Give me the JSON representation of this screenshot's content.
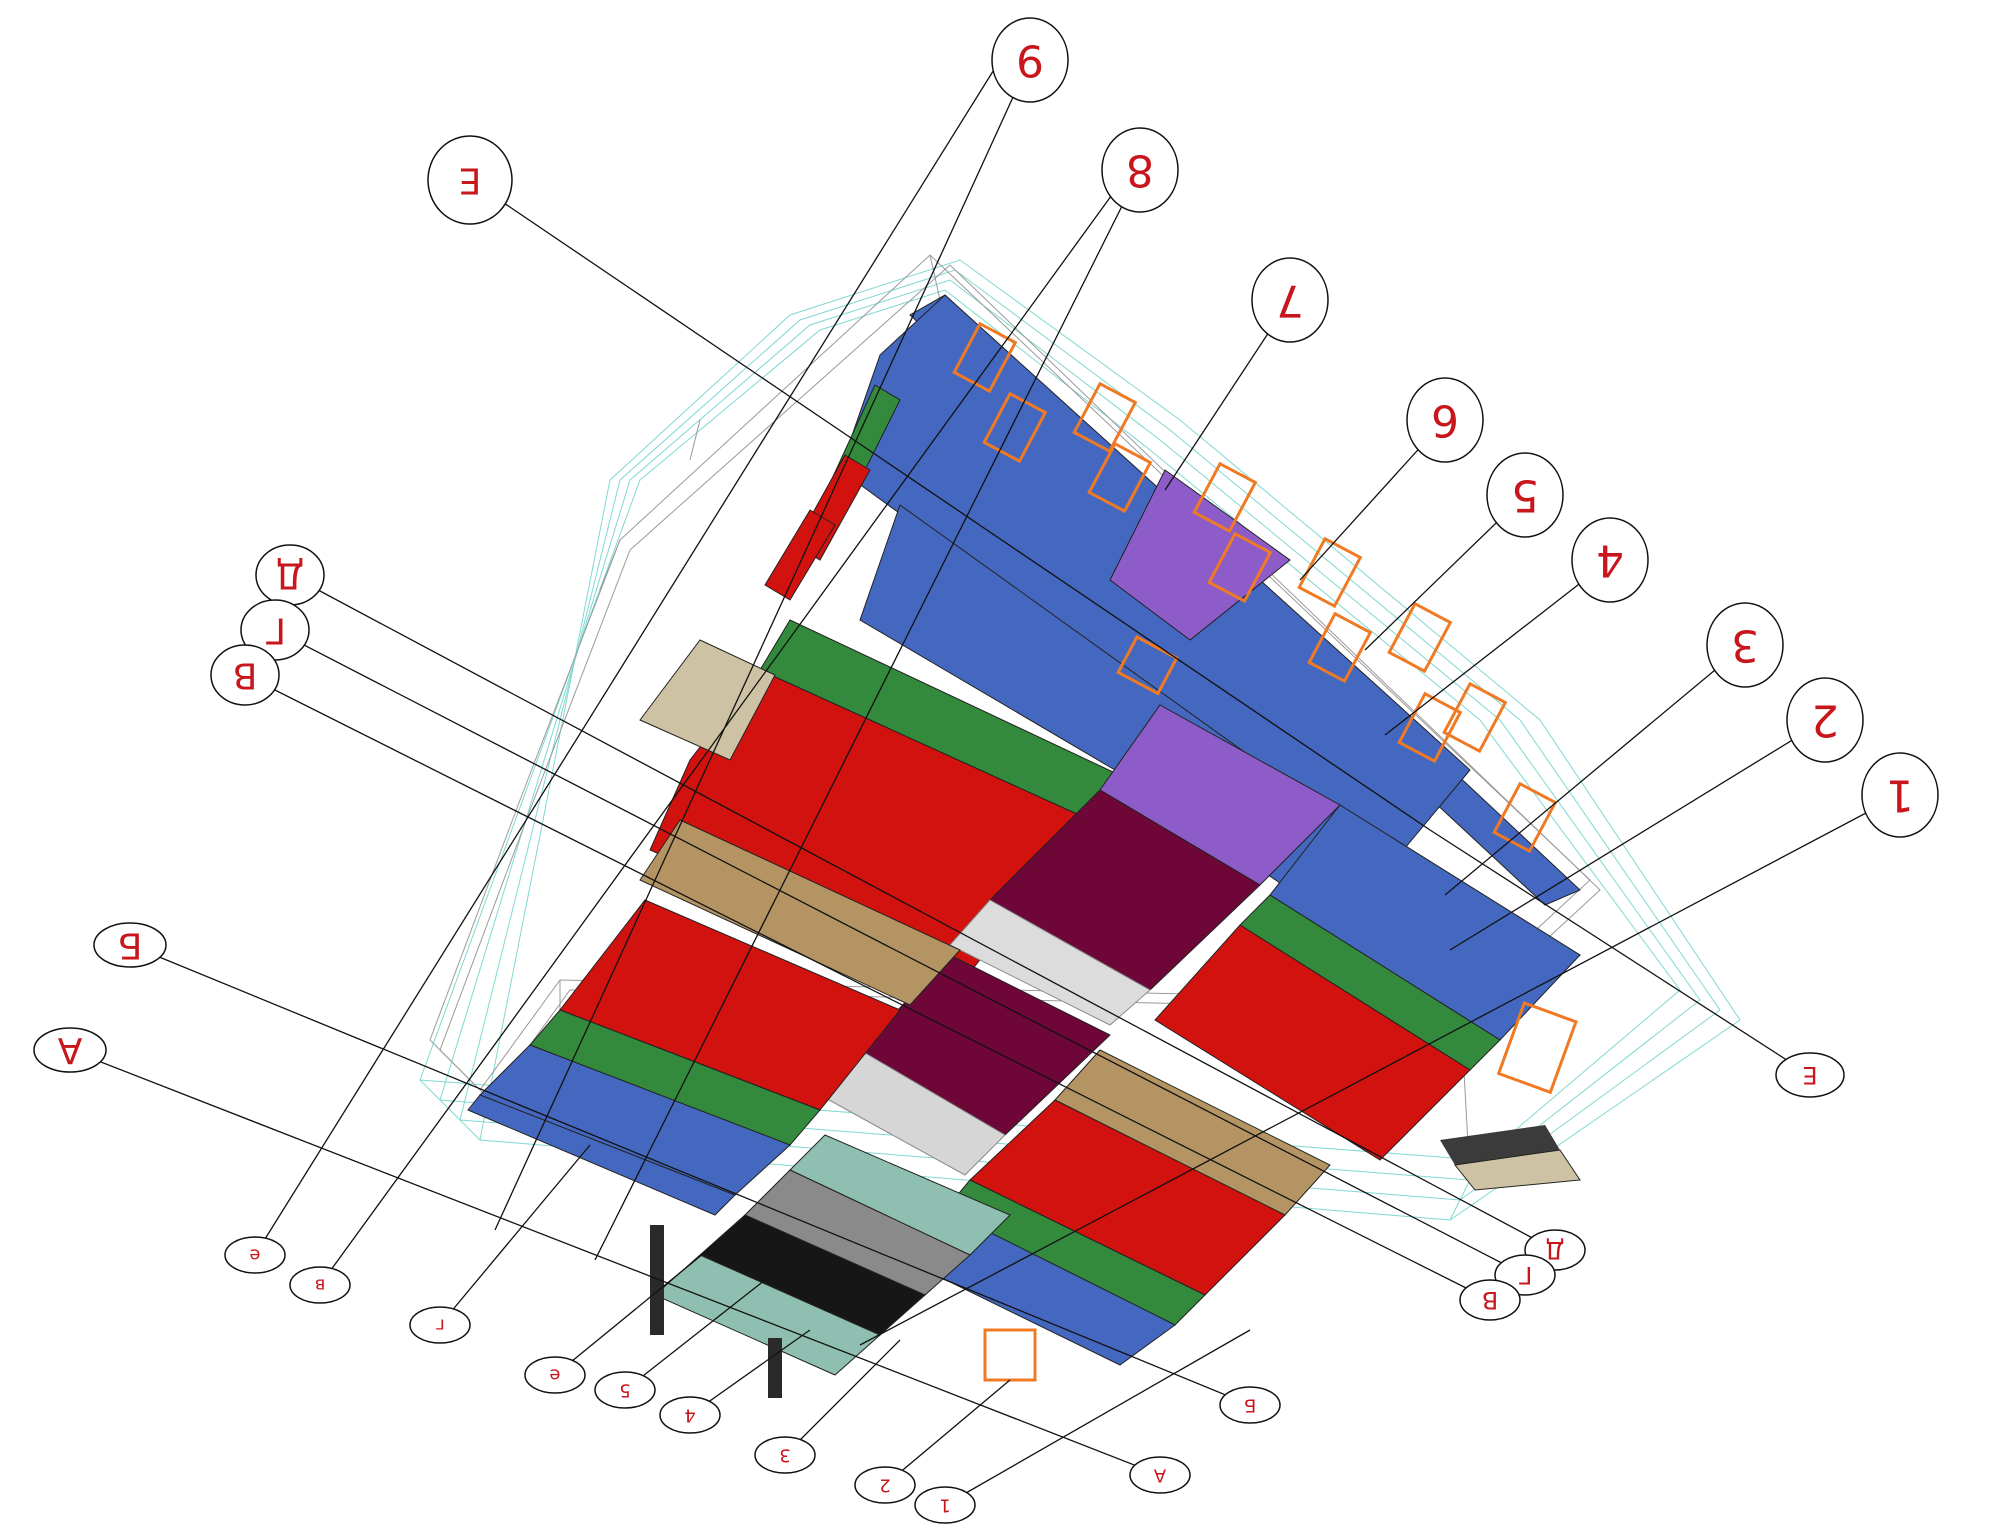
{
  "diagram": {
    "colors": {
      "blue": "#4468c0",
      "green": "#338a3c",
      "red": "#d2120f",
      "purple": "#8e5cc8",
      "maroon": "#6e0638",
      "tan": "#b59463",
      "beige": "#cdc3a4",
      "teal": "#8fbfb0",
      "gray": "#8a8a8a",
      "black": "#161616",
      "orange": "#f07a23",
      "grid": "#7fd8d2",
      "label": "#c8161d",
      "line": "#111111"
    },
    "axes_top": [
      {
        "id": "axis-9",
        "text": "9"
      },
      {
        "id": "axis-8",
        "text": "8"
      },
      {
        "id": "axis-7",
        "text": "7"
      },
      {
        "id": "axis-6",
        "text": "6"
      },
      {
        "id": "axis-5",
        "text": "5"
      },
      {
        "id": "axis-4",
        "text": "4"
      },
      {
        "id": "axis-3",
        "text": "3"
      },
      {
        "id": "axis-2",
        "text": "2"
      },
      {
        "id": "axis-1",
        "text": "1"
      }
    ],
    "axes_left": [
      {
        "id": "axis-e-top",
        "text": "Е"
      },
      {
        "id": "axis-d-left",
        "text": "Д"
      },
      {
        "id": "axis-g-left",
        "text": "Г"
      },
      {
        "id": "axis-v-left",
        "text": "В"
      },
      {
        "id": "axis-b-left",
        "text": "Б"
      },
      {
        "id": "axis-a-left",
        "text": "А"
      }
    ],
    "axes_right": [
      {
        "id": "axis-e-right",
        "text": "Е"
      },
      {
        "id": "axis-d-right",
        "text": "Д"
      },
      {
        "id": "axis-g-right",
        "text": "Г"
      },
      {
        "id": "axis-v-right",
        "text": "В"
      }
    ],
    "axes_bottom": [
      {
        "id": "axis-bot-e",
        "text": "е"
      },
      {
        "id": "axis-bot-v",
        "text": "в"
      },
      {
        "id": "axis-bot-g",
        "text": "г"
      },
      {
        "id": "axis-bot-e2",
        "text": "е"
      },
      {
        "id": "axis-bot-5",
        "text": "5"
      },
      {
        "id": "axis-bot-4",
        "text": "4"
      },
      {
        "id": "axis-bot-3",
        "text": "3"
      },
      {
        "id": "axis-bot-2",
        "text": "2"
      },
      {
        "id": "axis-bot-1",
        "text": "1"
      },
      {
        "id": "axis-bot-a",
        "text": "А"
      },
      {
        "id": "axis-bot-b",
        "text": "Б"
      }
    ]
  }
}
